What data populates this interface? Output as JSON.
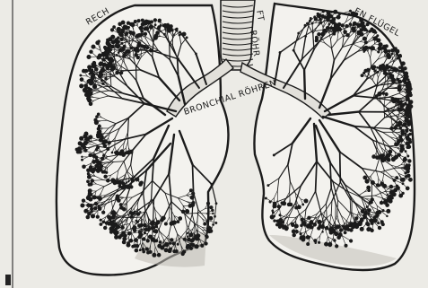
{
  "figure": {
    "labels": {
      "left_top": "RECH",
      "right_top": "EN FLÜGEL",
      "trachea_left": "FT",
      "trachea_right": "RÖHR",
      "bronchial": "BRONCHIAL RÖHREN"
    }
  },
  "colors": {
    "paper": "#ecebe6",
    "ink": "#1b1b1b"
  }
}
